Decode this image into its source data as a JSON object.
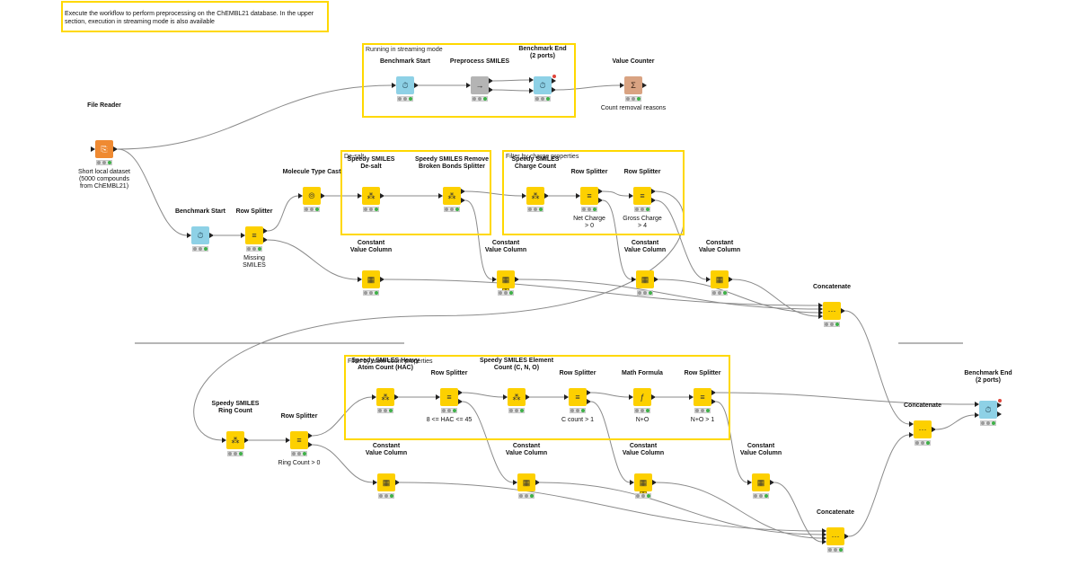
{
  "note_text": "Execute the workflow to perform preprocessing on the ChEMBL21 database. In the upper section, execution in streaming mode is also available",
  "annotations": {
    "streaming": "Running in streaming mode",
    "desalt": "De-salt",
    "charge": "Filter by charge properties",
    "atom": "Filter by atom count properties"
  },
  "nodes": {
    "file_reader": {
      "title": "File Reader",
      "caption": "Short local dataset\n(5000 compounds\nfrom ChEMBL21)",
      "icon": "file-reader-icon"
    },
    "bench_start_top": {
      "title": "Benchmark Start",
      "caption": "",
      "icon": "benchmark-start-icon"
    },
    "preprocess": {
      "title": "Preprocess SMILES",
      "caption": "",
      "icon": "metanode-icon"
    },
    "bench_end_top": {
      "title": "Benchmark End\n(2 ports)",
      "caption": "",
      "icon": "benchmark-end-icon"
    },
    "value_counter": {
      "title": "Value Counter",
      "caption": "Count removal reasons",
      "icon": "sum-icon"
    },
    "bench_start_mid": {
      "title": "Benchmark Start",
      "caption": "",
      "icon": "benchmark-start-icon"
    },
    "row_split_mid": {
      "title": "Row Splitter",
      "caption": "Missing\nSMILES",
      "icon": "row-splitter-icon"
    },
    "mol_cast": {
      "title": "Molecule Type Cast",
      "caption": "",
      "icon": "molecule-cast-icon"
    },
    "desalt": {
      "title": "Speedy SMILES\nDe-salt",
      "caption": "",
      "icon": "speedy-smiles-icon"
    },
    "remove_broken": {
      "title": "Speedy SMILES Remove\nBroken Bonds Splitter",
      "caption": "",
      "icon": "speedy-smiles-icon"
    },
    "charge_count": {
      "title": "Speedy SMILES\nCharge Count",
      "caption": "",
      "icon": "speedy-smiles-icon"
    },
    "row_split_net": {
      "title": "Row Splitter",
      "caption": "Net Charge\n> 0",
      "icon": "row-splitter-icon"
    },
    "row_split_gross": {
      "title": "Row Splitter",
      "caption": "Gross Charge\n> 4",
      "icon": "row-splitter-icon"
    },
    "const_a": {
      "title": "Constant\nValue Column",
      "caption": "",
      "icon": "constant-column-icon"
    },
    "const_b": {
      "title": "Constant\nValue Column",
      "caption": "",
      "icon": "constant-column-icon"
    },
    "const_c": {
      "title": "Constant\nValue Column",
      "caption": "",
      "icon": "constant-column-icon"
    },
    "const_d": {
      "title": "Constant\nValue Column",
      "caption": "",
      "icon": "constant-column-icon"
    },
    "concat_mid": {
      "title": "Concatenate",
      "caption": "",
      "icon": "concatenate-icon"
    },
    "ring_count": {
      "title": "Speedy SMILES\nRing Count",
      "caption": "",
      "icon": "speedy-smiles-icon"
    },
    "row_split_ring": {
      "title": "Row Splitter",
      "caption": "Ring Count > 0",
      "icon": "row-splitter-icon"
    },
    "hac": {
      "title": "Speedy SMILES Heavy\nAtom Count (HAC)",
      "caption": "",
      "icon": "speedy-smiles-icon"
    },
    "row_split_hac": {
      "title": "Row Splitter",
      "caption": "8 <= HAC <= 45",
      "icon": "row-splitter-icon"
    },
    "element_count": {
      "title": "Speedy SMILES Element\nCount (C, N, O)",
      "caption": "",
      "icon": "speedy-smiles-icon"
    },
    "row_split_c": {
      "title": "Row Splitter",
      "caption": "C count > 1",
      "icon": "row-splitter-icon"
    },
    "math": {
      "title": "Math Formula",
      "caption": "N+O",
      "icon": "math-formula-icon"
    },
    "row_split_no": {
      "title": "Row Splitter",
      "caption": "N+O > 1",
      "icon": "row-splitter-icon"
    },
    "const_e": {
      "title": "Constant\nValue Column",
      "caption": "",
      "icon": "constant-column-icon"
    },
    "const_f": {
      "title": "Constant\nValue Column",
      "caption": "",
      "icon": "constant-column-icon"
    },
    "const_g": {
      "title": "Constant\nValue Column",
      "caption": "",
      "icon": "constant-column-icon"
    },
    "const_h": {
      "title": "Constant\nValue Column",
      "caption": "",
      "icon": "constant-column-icon"
    },
    "concat_bottom": {
      "title": "Concatenate",
      "caption": "",
      "icon": "concatenate-icon"
    },
    "concat_final": {
      "title": "Concatenate",
      "caption": "",
      "icon": "concatenate-icon"
    },
    "bench_end_final": {
      "title": "Benchmark End\n(2 ports)",
      "caption": "",
      "icon": "benchmark-end-icon"
    }
  },
  "colors": {
    "annotation_border": "#ffd800",
    "source_node": "#ef8a32",
    "manipulator_node": "#fdd000",
    "flow_control_node": "#8ed1e6",
    "metanode": "#b4b4b4",
    "visualizer_node": "#d9a382",
    "status_ok": "#3fb049",
    "connection": "#8a8a8a"
  }
}
